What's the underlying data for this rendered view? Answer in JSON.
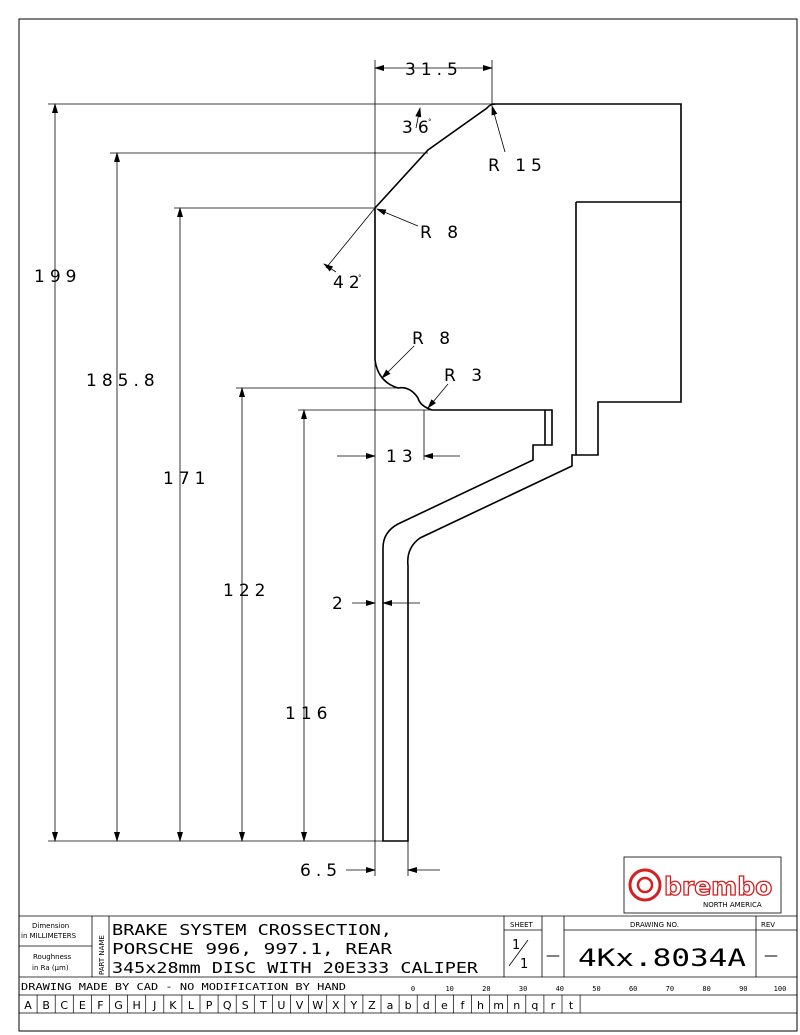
{
  "dimensions": {
    "d_31_5": "31.5",
    "d_36": "36",
    "d_r15": "R 15",
    "d_r8_top": "R 8",
    "d_42": "42",
    "d_199": "199",
    "d_185_8": "185.8",
    "d_171": "171",
    "d_r8_mid": "R 8",
    "d_r3": "R 3",
    "d_13": "13",
    "d_122": "122",
    "d_2": "2",
    "d_116": "116",
    "d_6_5": "6.5",
    "degree": "°"
  },
  "logo": {
    "brand": "brembo",
    "sub": "NORTH AMERICA"
  },
  "title_block": {
    "dimension_label_1": "Dimension",
    "dimension_label_2": "in MILLIMETERS",
    "roughness_label_1": "Roughness",
    "roughness_label_2": "in Ra (μm)",
    "part_name_label": "PART NAME",
    "part_name_line1": "BRAKE SYSTEM CROSSECTION,",
    "part_name_line2": "PORSCHE 996, 997.1, REAR",
    "part_name_line3": "345x28mm DISC WITH 20E333 CALIPER",
    "sheet_label": "SHEET",
    "sheet_num": "1",
    "sheet_den": "1",
    "dash1": "—",
    "drawing_no_label": "DRAWING NO.",
    "drawing_no": "4Kx.8034A",
    "rev_label": "REV",
    "rev_value": "—",
    "cad_note": "DRAWING MADE BY CAD - NO MODIFICATION BY HAND"
  },
  "scale": [
    "0",
    "10",
    "20",
    "30",
    "40",
    "50",
    "60",
    "70",
    "80",
    "90",
    "100"
  ],
  "letters": [
    "A",
    "B",
    "C",
    "E",
    "F",
    "G",
    "H",
    "J",
    "K",
    "L",
    "P",
    "Q",
    "S",
    "T",
    "U",
    "V",
    "W",
    "X",
    "Y",
    "Z",
    "a",
    "b",
    "d",
    "e",
    "f",
    "h",
    "m",
    "n",
    "q",
    "r",
    "t"
  ]
}
